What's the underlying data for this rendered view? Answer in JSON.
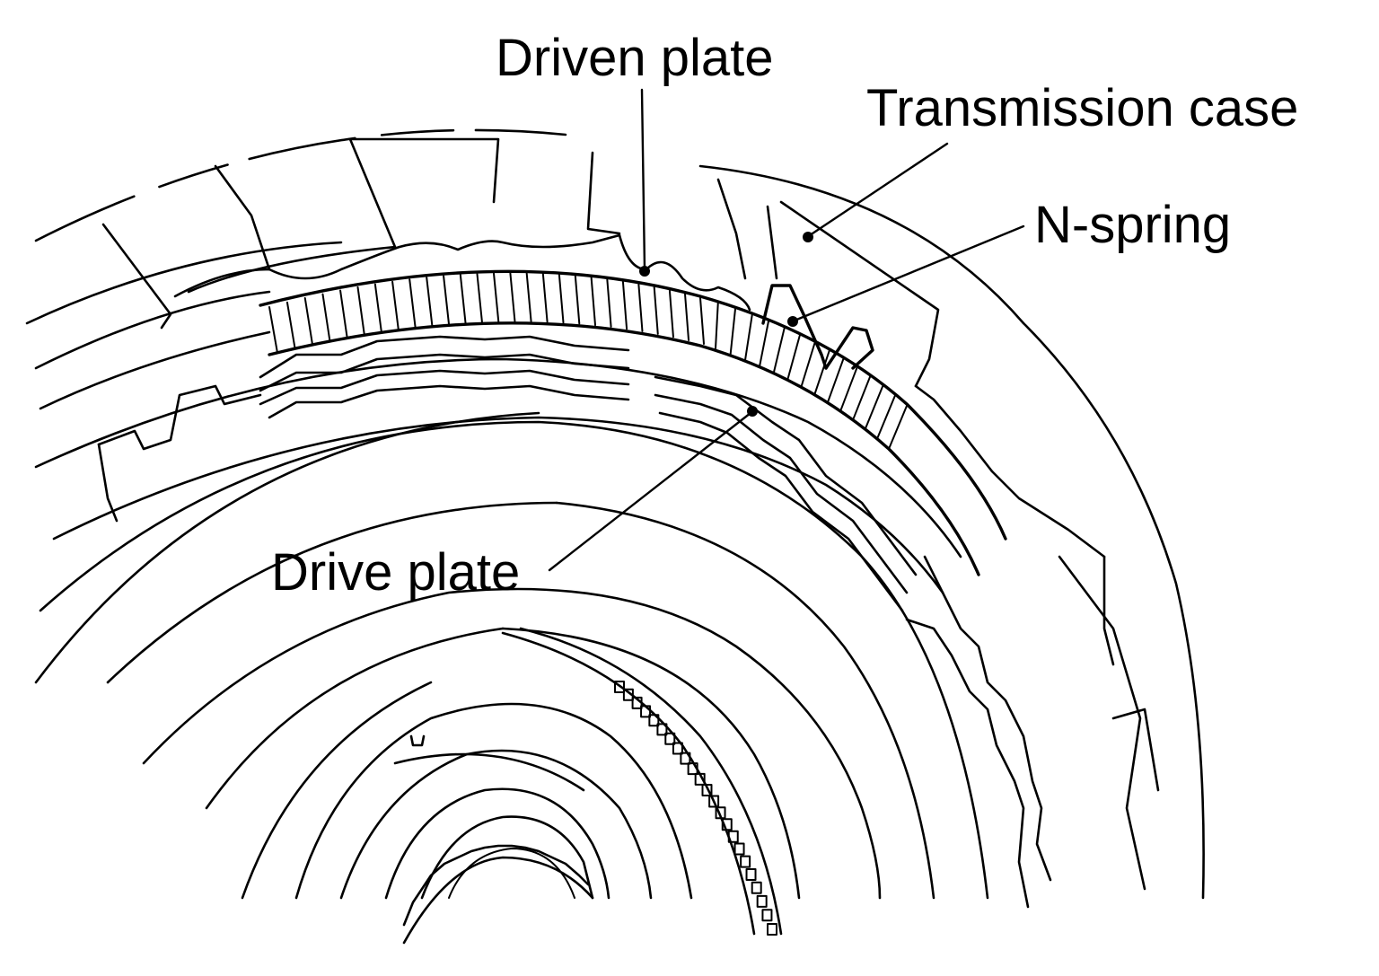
{
  "labels": {
    "driven_plate": "Driven plate",
    "transmission_case": "Transmission case",
    "n_spring": "N-spring",
    "drive_plate": "Drive plate"
  }
}
